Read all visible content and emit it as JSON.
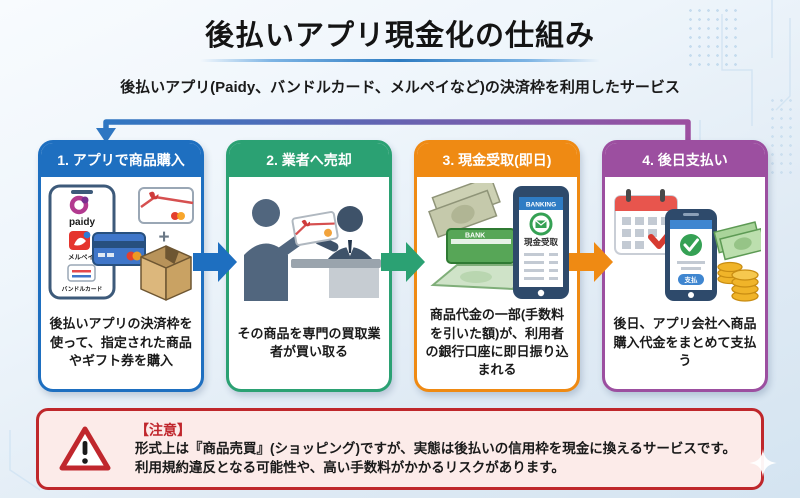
{
  "header": {
    "title": "後払いアプリ現金化の仕組み",
    "subtitle": "後払いアプリ(Paidy、バンドルカード、メルペイなど)の決済枠を利用したサービス"
  },
  "steps": [
    {
      "label": "1. アプリで商品購入",
      "description": "後払いアプリの決済枠を使って、指定された商品やギフト券を購入",
      "color": "#1e6fc0",
      "icon_names": [
        "smartphone-icon",
        "paidy-logo",
        "merpay-logo",
        "vandle-card-logo",
        "credit-card-icon",
        "gift-card-icon",
        "plus-sign",
        "package-box-icon"
      ]
    },
    {
      "label": "2. 業者へ売却",
      "description": "その商品を専門の買取業者が買い取る",
      "color": "#2ba173",
      "icon_names": [
        "customer-icon",
        "gift-card-icon",
        "clerk-icon",
        "counter-icon"
      ]
    },
    {
      "label": "3. 現金受取(即日)",
      "description": "商品代金の一部(手数料を引いた額)が、利用者の銀行口座に即日振り込まれる",
      "color": "#ef8a13",
      "icon_names": [
        "banknotes-icon",
        "bank-passbook-icon",
        "banking-phone-icon"
      ]
    },
    {
      "label": "4. 後日支払い",
      "description": "後日、アプリ会社へ商品購入代金をまとめて支払う",
      "color": "#9c4fa0",
      "icon_names": [
        "calendar-icon",
        "payment-phone-icon",
        "banknotes-icon",
        "coin-stack-icon"
      ]
    }
  ],
  "illustrations": {
    "paidy_label": "paidy",
    "merpay_label": "メルペイ",
    "vandle_label": "バンドルカード",
    "plus_sign": "+",
    "bank_label": "BANK",
    "banking_label": "BANKING",
    "cash_receive_label": "現金受取",
    "pay_button_label": "支払"
  },
  "notice": {
    "heading": "【注意】",
    "line1": "形式上は『商品売買』(ショッピング)ですが、実態は後払いの信用枠を現金に換えるサービスです。",
    "line2": "利用規約違反となる可能性や、高い手数料がかかるリスクがあります。"
  },
  "colors": {
    "step1_blue": "#1e6fc0",
    "step2_green": "#2ba173",
    "step3_orange": "#ef8a13",
    "step4_purple": "#9c4fa0",
    "loop_arrow_gradient_start": "#2f77c2",
    "loop_arrow_gradient_end": "#9c4fa0",
    "notice_border": "#bf272b",
    "notice_background": "#fcebe9",
    "notice_heading_red": "#c0272d",
    "title_text": "#141414",
    "background_light_blue": "#dfeaf4"
  }
}
